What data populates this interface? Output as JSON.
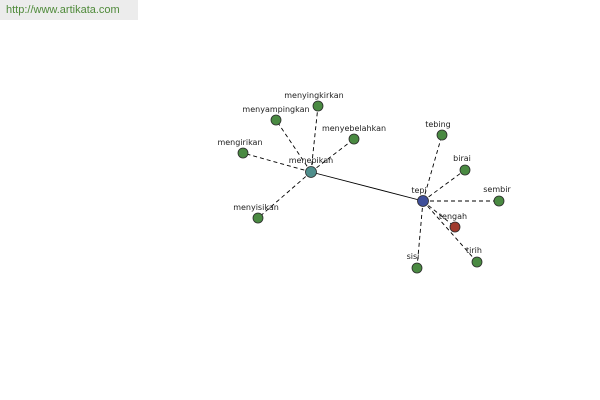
{
  "source": {
    "url_text": "http://www.artikata.com"
  },
  "colors": {
    "word_node": "#4a8a42",
    "hub_primary": "#4f8e8c",
    "hub_secondary": "#3f4f9a",
    "highlight_node": "#a03b2e",
    "node_stroke": "#2a2a2a",
    "edge": "#000000",
    "link_text": "#4f8a3a"
  },
  "graph": {
    "nodes": [
      {
        "id": "menepikan",
        "label": "menepikan",
        "kind": "hub_primary"
      },
      {
        "id": "tepi",
        "label": "tepi",
        "kind": "hub_secondary"
      },
      {
        "id": "menyingkirkan",
        "label": "menyingkirkan",
        "kind": "word"
      },
      {
        "id": "menyampingkan",
        "label": "menyampingkan",
        "kind": "word"
      },
      {
        "id": "menyebelahkan",
        "label": "menyebelahkan",
        "kind": "word"
      },
      {
        "id": "mengirikan",
        "label": "mengirikan",
        "kind": "word"
      },
      {
        "id": "menyisikan",
        "label": "menyisikan",
        "kind": "word"
      },
      {
        "id": "tebing",
        "label": "tebing",
        "kind": "word"
      },
      {
        "id": "birai",
        "label": "birai",
        "kind": "word"
      },
      {
        "id": "sembir",
        "label": "sembir",
        "kind": "word"
      },
      {
        "id": "tengah",
        "label": "tengah",
        "kind": "highlight"
      },
      {
        "id": "sisi",
        "label": "sisi",
        "kind": "word"
      },
      {
        "id": "tirih",
        "label": "tirih",
        "kind": "word"
      }
    ],
    "edges": [
      {
        "from": "menepikan",
        "to": "tepi",
        "style": "solid"
      },
      {
        "from": "menepikan",
        "to": "menyingkirkan",
        "style": "dashed"
      },
      {
        "from": "menepikan",
        "to": "menyampingkan",
        "style": "dashed"
      },
      {
        "from": "menepikan",
        "to": "menyebelahkan",
        "style": "dashed"
      },
      {
        "from": "menepikan",
        "to": "mengirikan",
        "style": "dashed"
      },
      {
        "from": "menepikan",
        "to": "menyisikan",
        "style": "dashed"
      },
      {
        "from": "tepi",
        "to": "tebing",
        "style": "dashed"
      },
      {
        "from": "tepi",
        "to": "birai",
        "style": "dashed"
      },
      {
        "from": "tepi",
        "to": "sembir",
        "style": "dashed"
      },
      {
        "from": "tepi",
        "to": "tengah",
        "style": "dashed"
      },
      {
        "from": "tepi",
        "to": "sisi",
        "style": "dashed"
      },
      {
        "from": "tepi",
        "to": "tirih",
        "style": "dashed"
      }
    ]
  }
}
